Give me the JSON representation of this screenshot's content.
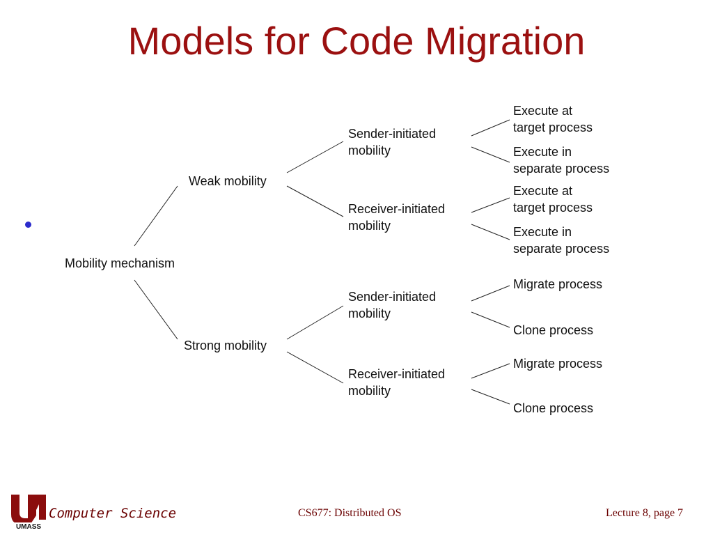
{
  "slide": {
    "title": "Models for Code Migration"
  },
  "diagram": {
    "root": "Mobility mechanism",
    "weak": "Weak mobility",
    "strong": "Strong mobility",
    "weak_sender": [
      "Sender-initiated",
      "mobility"
    ],
    "weak_receiver": [
      "Receiver-initiated",
      "mobility"
    ],
    "strong_sender": [
      "Sender-initiated",
      "mobility"
    ],
    "strong_receiver": [
      "Receiver-initiated",
      "mobility"
    ],
    "ws_leaf1": [
      "Execute at",
      "target process"
    ],
    "ws_leaf2": [
      "Execute in",
      "separate process"
    ],
    "wr_leaf1": [
      "Execute at",
      "target process"
    ],
    "wr_leaf2": [
      "Execute in",
      "separate process"
    ],
    "ss_leaf1": "Migrate process",
    "ss_leaf2": "Clone process",
    "sr_leaf1": "Migrate process",
    "sr_leaf2": "Clone process"
  },
  "footer": {
    "logo_text": "UMASS",
    "department": "Computer Science",
    "course": "CS677: Distributed OS",
    "page": "Lecture 8, page 7"
  }
}
